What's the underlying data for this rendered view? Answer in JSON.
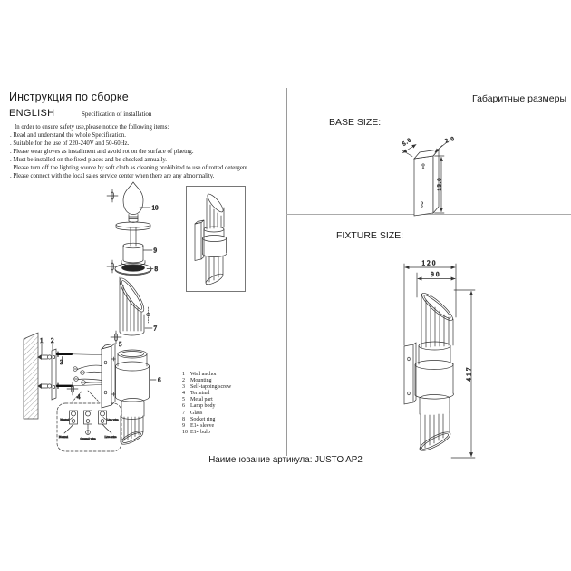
{
  "instructions": {
    "title": "Инструкция по сборке",
    "language": "ENGLISH",
    "spec_heading": "Specification of installation",
    "intro": "In order to ensure safety use,please notice the following items:",
    "bullets": [
      ". Read and understand the whole Specification.",
      ". Suitable for the use of 220-240V and 50-60Hz.",
      ". Please wear gloves as installment and avoid rot on the surface of plaetng.",
      ". Must be installed on the fixed places and be checked annually.",
      ". Please turn off the lighting source by soft cloth as cleaning prohibited to use of rotted detergent.",
      ". Please connect with the local sales service center when there are any abnormality."
    ]
  },
  "parts_list": [
    {
      "num": "1",
      "name": "Wall anchor"
    },
    {
      "num": "2",
      "name": "Mounting"
    },
    {
      "num": "3",
      "name": "Self-tapping screw"
    },
    {
      "num": "4",
      "name": "Terminal"
    },
    {
      "num": "5",
      "name": "Metal part"
    },
    {
      "num": "6",
      "name": "Lamp body"
    },
    {
      "num": "7",
      "name": "Glass"
    },
    {
      "num": "8",
      "name": "Socket ring"
    },
    {
      "num": "9",
      "name": "E14 sleeve"
    },
    {
      "num": "10",
      "name": "E14 bulb"
    }
  ],
  "callouts": {
    "c1": "1",
    "c2": "2",
    "c3": "3",
    "c4": "4",
    "c5": "5",
    "c6": "6",
    "c7": "7",
    "c8": "8",
    "c9": "9",
    "c10": "10"
  },
  "wiring_labels": {
    "neutral": "Neutral",
    "ground": "Ground wire",
    "live": "Live wire"
  },
  "dimensions_panel": {
    "title": "Габаритные размеры",
    "base_size_label": "BASE SIZE:",
    "fixture_size_label": "FIXTURE SIZE:",
    "base": {
      "width": "5.0",
      "depth": "2.0",
      "height": "13.0"
    },
    "fixture": {
      "overall_width": "120",
      "glass_width": "90",
      "height": "417"
    }
  },
  "footer": {
    "article_name": "Наименование артикула: JUSTO AP2"
  },
  "colors": {
    "line": "#333333",
    "text": "#1a1a1a",
    "divider": "#9a9a9a"
  }
}
